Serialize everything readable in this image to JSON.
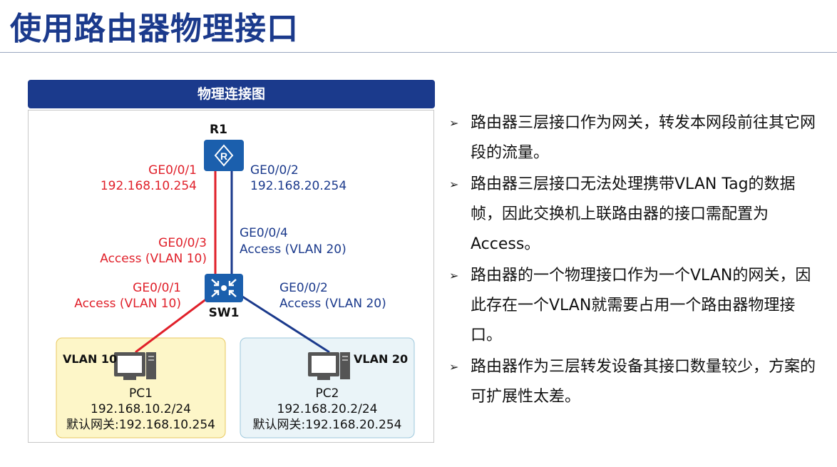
{
  "page": {
    "title": "使用路由器物理接口"
  },
  "diagram": {
    "header": "物理连接图",
    "r1": {
      "name": "R1",
      "icon": "router-icon"
    },
    "sw1": {
      "name": "SW1",
      "icon": "switch-icon"
    },
    "r1_ge001": {
      "port": "GE0/0/1",
      "ip": "192.168.10.254"
    },
    "r1_ge002": {
      "port": "GE0/0/2",
      "ip": "192.168.20.254"
    },
    "sw_ge003": {
      "port": "GE0/0/3",
      "mode": "Access (VLAN 10)"
    },
    "sw_ge004": {
      "port": "GE0/0/4",
      "mode": "Access (VLAN 20)"
    },
    "sw_ge001": {
      "port": "GE0/0/1",
      "mode": "Access (VLAN 10)"
    },
    "sw_ge002": {
      "port": "GE0/0/2",
      "mode": "Access (VLAN 20)"
    },
    "vlan10": {
      "label": "VLAN 10",
      "color": "#fdf6c8"
    },
    "vlan20": {
      "label": "VLAN 20",
      "color": "#eaf4f8"
    },
    "pc1": {
      "name": "PC1",
      "ip": "192.168.10.2/24",
      "gateway": "默认网关:192.168.10.254"
    },
    "pc2": {
      "name": "PC2",
      "ip": "192.168.20.2/24",
      "gateway": "默认网关:192.168.20.254"
    },
    "colors": {
      "vlan10_link": "#e0202a",
      "vlan20_link": "#1b3a8c",
      "device": "#1b5fad"
    }
  },
  "bullets": [
    {
      "marker": "➢",
      "text": "路由器三层接口作为网关，转发本网段前往其它网段的流量。"
    },
    {
      "marker": "➢",
      "text": "路由器三层接口无法处理携带VLAN Tag的数据帧，因此交换机上联路由器的接口需配置为Access。"
    },
    {
      "marker": "➢",
      "text": "路由器的一个物理接口作为一个VLAN的网关，因此存在一个VLAN就需要占用一个路由器物理接口。"
    },
    {
      "marker": "➢",
      "text": "路由器作为三层转发设备其接口数量较少，方案的可扩展性太差。"
    }
  ]
}
